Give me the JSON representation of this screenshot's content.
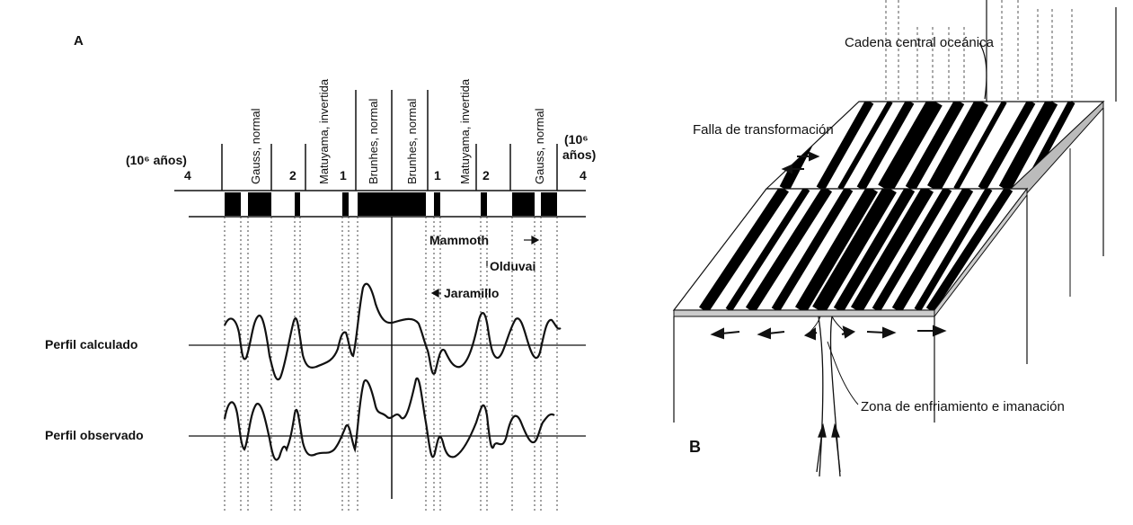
{
  "panel_a": {
    "letter": "A",
    "time_unit_left": "(10⁶ años)",
    "time_unit_right_1": "(10⁶",
    "time_unit_right_2": "años)",
    "tick_left_4": "4",
    "tick_left_2": "2",
    "tick_left_1": "1",
    "tick_right_1": "1",
    "tick_right_2": "2",
    "tick_right_4": "4",
    "epochs": [
      "Gauss, normal",
      "Matuyama, invertida",
      "Brunhes, normal",
      "Brunhes, normal",
      "Matuyama, invertida",
      "Gauss, normal"
    ],
    "events": {
      "mammoth": "Mammoth",
      "olduvai": "Olduvai",
      "jaramillo": "Jaramillo"
    },
    "profile_calc": "Perfil calculado",
    "profile_obs": "Perfil observado"
  },
  "panel_b": {
    "letter": "B",
    "ridge_label": "Cadena central oceánica",
    "transform_label": "Falla de transformación",
    "cooling_label": "Zona de enfriamiento e imanación"
  },
  "colors": {
    "frame": "#d4a07a",
    "ink": "#111111"
  }
}
